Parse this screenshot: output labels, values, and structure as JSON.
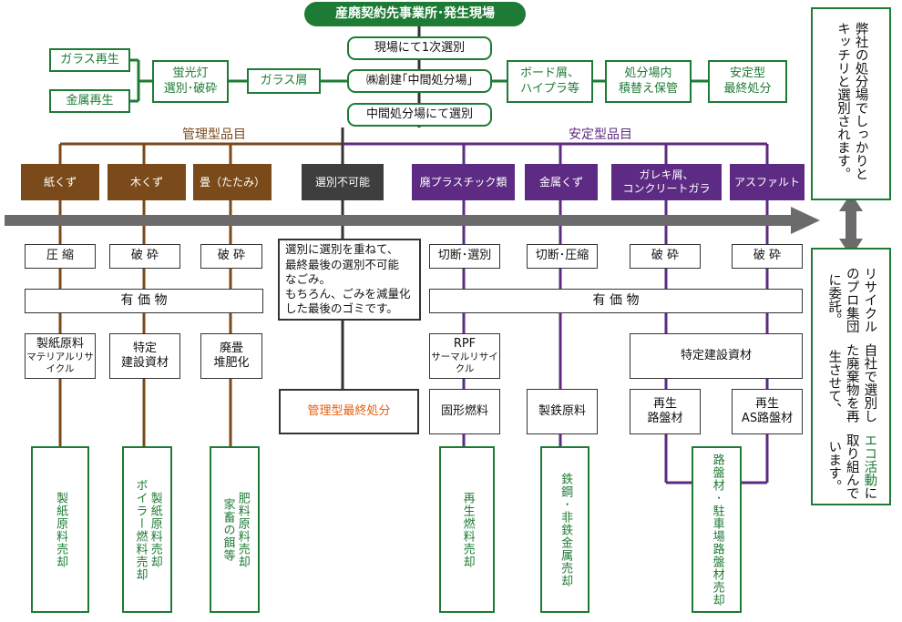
{
  "header": {
    "source_site": "産廃契約先事業所･発生現場",
    "step1": "現場にて1次選別",
    "step2": "㈱創建｢中間処分場｣",
    "step3": "中間処分場にて選別"
  },
  "side_left": {
    "glass_recycle": "ガラス再生",
    "metal_recycle": "金属再生",
    "fluorescent": "蛍光灯\n選別･破砕",
    "glass_waste": "ガラス屑"
  },
  "side_right": {
    "board": "ボード屑、\nハイプラ等",
    "storage": "処分場内\n積替え保管",
    "stable_final": "安定型\n最終処分"
  },
  "groups": {
    "managed": "管理型品目",
    "stable": "安定型品目"
  },
  "categories": [
    {
      "label": "紙くず",
      "type": "managed"
    },
    {
      "label": "木くず",
      "type": "managed"
    },
    {
      "label": "畳（たたみ）",
      "type": "managed"
    },
    {
      "label": "選別不可能",
      "type": "other"
    },
    {
      "label": "廃プラスチック類",
      "type": "stable"
    },
    {
      "label": "金属くず",
      "type": "stable"
    },
    {
      "label": "ガレキ屑、\nコンクリートガラ",
      "type": "stable"
    },
    {
      "label": "アスファルト",
      "type": "stable"
    }
  ],
  "processes": {
    "paper": "圧 縮",
    "wood": "破 砕",
    "tatami": "破 砕",
    "plastic": "切断･選別",
    "metal": "切断･圧縮",
    "rubble": "破 砕",
    "asphalt": "破 砕"
  },
  "valuables_left": "有 価 物",
  "valuables_right": "有 価 物",
  "unsortable_note": "選別に選別を重ねて、\n最終最後の選別不可能\nなごみ。\nもちろん、ごみを減量化\nした最後のゴミです。",
  "managed_final": "管理型最終処分",
  "products": {
    "paper_main": "製紙原料",
    "paper_sub": "マテリアルリサイクル",
    "wood": "特定\n建設資材",
    "tatami": "廃畳\n堆肥化",
    "rpf_main": "RPF",
    "rpf_sub": "サーマルリサイクル",
    "solid_fuel": "固形燃料",
    "steel_material": "製鉄原料",
    "specific_construction": "特定建設資材",
    "recycled_roadbed": "再生\n路盤材",
    "recycled_as_roadbed": "再生\nAS路盤材"
  },
  "sales": {
    "paper": "製紙原料売却",
    "wood": "製紙原料売却\nボイラー燃料売却",
    "tatami": "肥料原料売却\n家畜の餌等",
    "fuel": "再生燃料売却",
    "metal": "鉄鋼･非鉄金属売却",
    "roadbed": "路盤材･駐車場路盤材売却"
  },
  "notes": {
    "top": "弊社の処分場でしっかりと\nキッチリと選別されます。",
    "bottom_line1": "リサイクルのプロ集団に委託。",
    "bottom_line2": "自社で選別した廃棄物を再生させて、",
    "bottom_highlight": "エコ活動",
    "bottom_line3_rest": "に取り組んでいます。"
  },
  "colors": {
    "green": "#1e7b35",
    "brown": "#7a4a1a",
    "purple": "#5d2b83",
    "dark": "#3e3e3e",
    "orange": "#e85d0c",
    "arrow": "#6b6b6b"
  }
}
